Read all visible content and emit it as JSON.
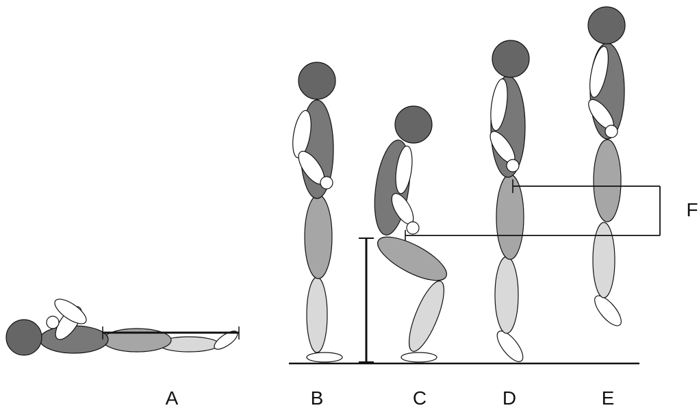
{
  "labels": {
    "a": "A",
    "b": "B",
    "c": "C",
    "d": "D",
    "e": "E",
    "f": "F"
  },
  "colors": {
    "head": "#666666",
    "torso": "#787878",
    "thigh": "#a6a6a6",
    "shin": "#d9d9d9",
    "arm": "#ffffff",
    "outline": "#111111"
  }
}
